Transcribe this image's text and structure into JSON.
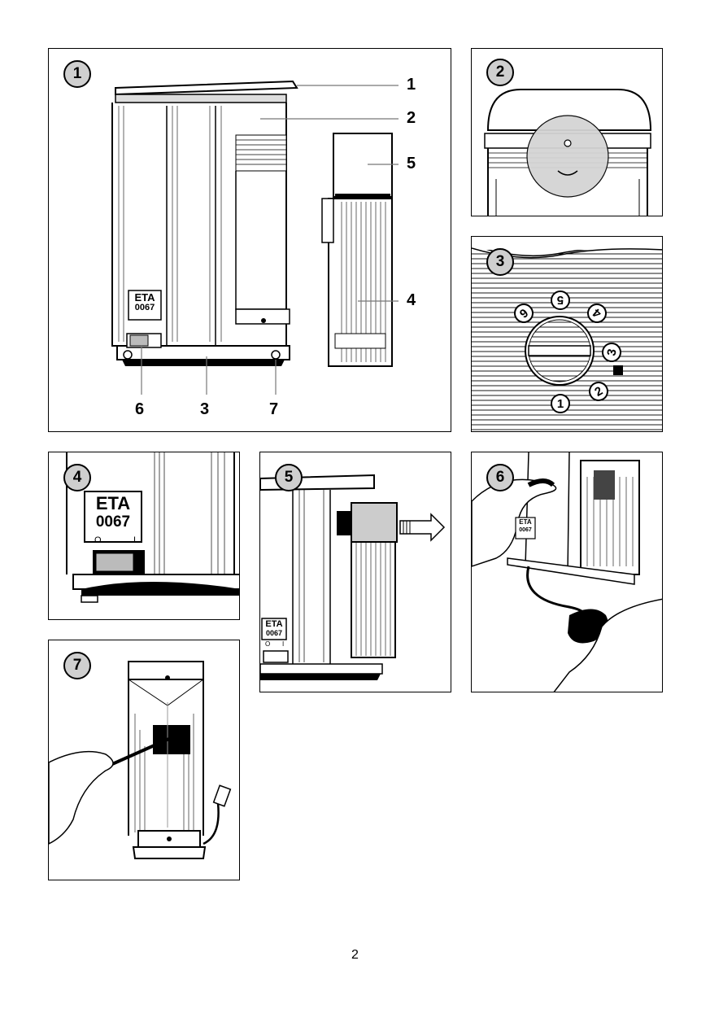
{
  "page_number": "2",
  "device_label": {
    "brand": "ETA",
    "model": "0067",
    "switch_off": "O",
    "switch_on": "I"
  },
  "figures": [
    {
      "id": "fig1",
      "badge": "1"
    },
    {
      "id": "fig2",
      "badge": "2"
    },
    {
      "id": "fig3",
      "badge": "3"
    },
    {
      "id": "fig4",
      "badge": "4"
    },
    {
      "id": "fig5",
      "badge": "5"
    },
    {
      "id": "fig6",
      "badge": "6"
    },
    {
      "id": "fig7",
      "badge": "7"
    }
  ],
  "fig1_callouts": {
    "c1": "1",
    "c2": "2",
    "c3": "3",
    "c4": "4",
    "c5": "5",
    "c6": "6",
    "c7": "7"
  },
  "dial_numbers": {
    "n1": "1",
    "n2": "2",
    "n3": "3",
    "n4": "4",
    "n5": "5",
    "n6": "6"
  },
  "colors": {
    "line": "#000000",
    "shade": "#cfcfcf",
    "paper": "#ffffff"
  }
}
